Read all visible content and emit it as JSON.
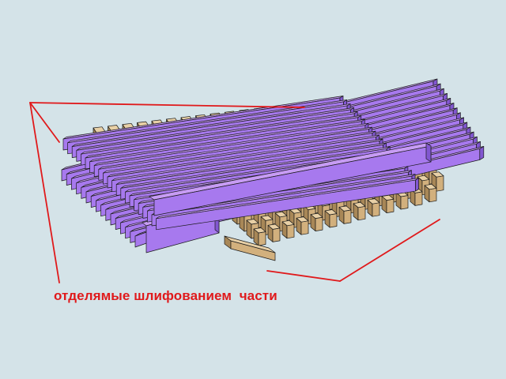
{
  "caption": "отделямые шлифованием  части",
  "colors": {
    "background": "#d4e3e8",
    "purple_top": "#c79cf4",
    "purple_front": "#a779ee",
    "purple_side": "#8257d1",
    "wood_top": "#e8d0a6",
    "wood_front": "#d2b07d",
    "wood_side": "#a88757",
    "leader_line": "#e0191b"
  },
  "icons": [
    "purple-bar-stack",
    "wood-block-grid",
    "callout-leader-lines"
  ]
}
